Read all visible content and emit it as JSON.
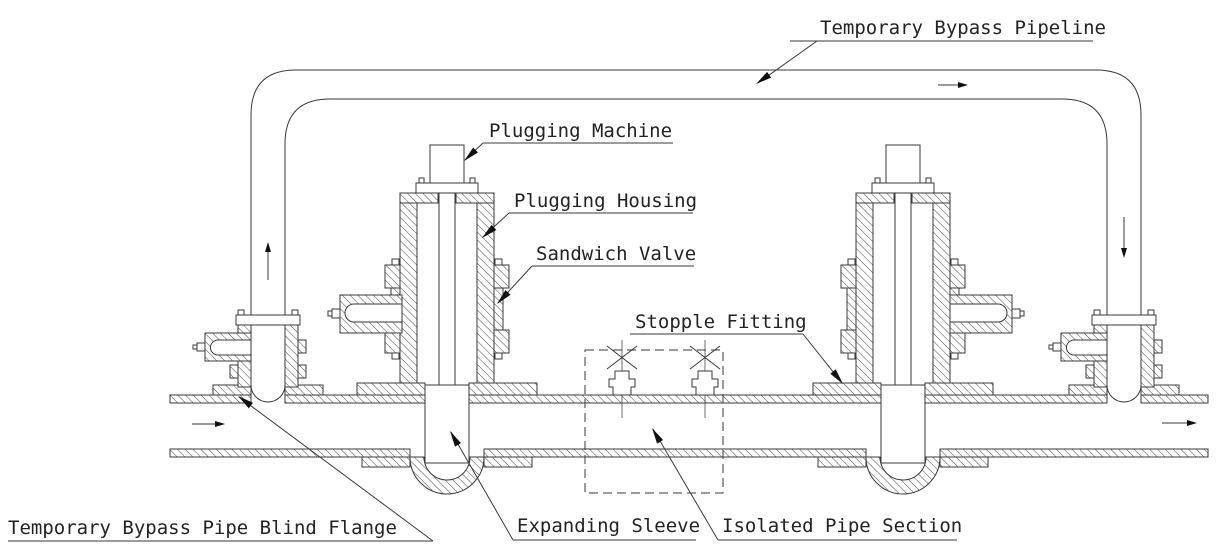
{
  "diagram": {
    "background": "#ffffff",
    "line_color": "#3a3a3a",
    "labels": {
      "bypass_pipeline": "Temporary Bypass Pipeline",
      "plugging_machine": "Plugging Machine",
      "plugging_housing": "Plugging Housing",
      "sandwich_valve": "Sandwich Valve",
      "stopple_fitting": "Stopple Fitting",
      "blind_flange": "Temporary Bypass Pipe Blind Flange",
      "expanding_sleeve": "Expanding Sleeve",
      "isolated_pipe_section": "Isolated Pipe Section"
    }
  }
}
